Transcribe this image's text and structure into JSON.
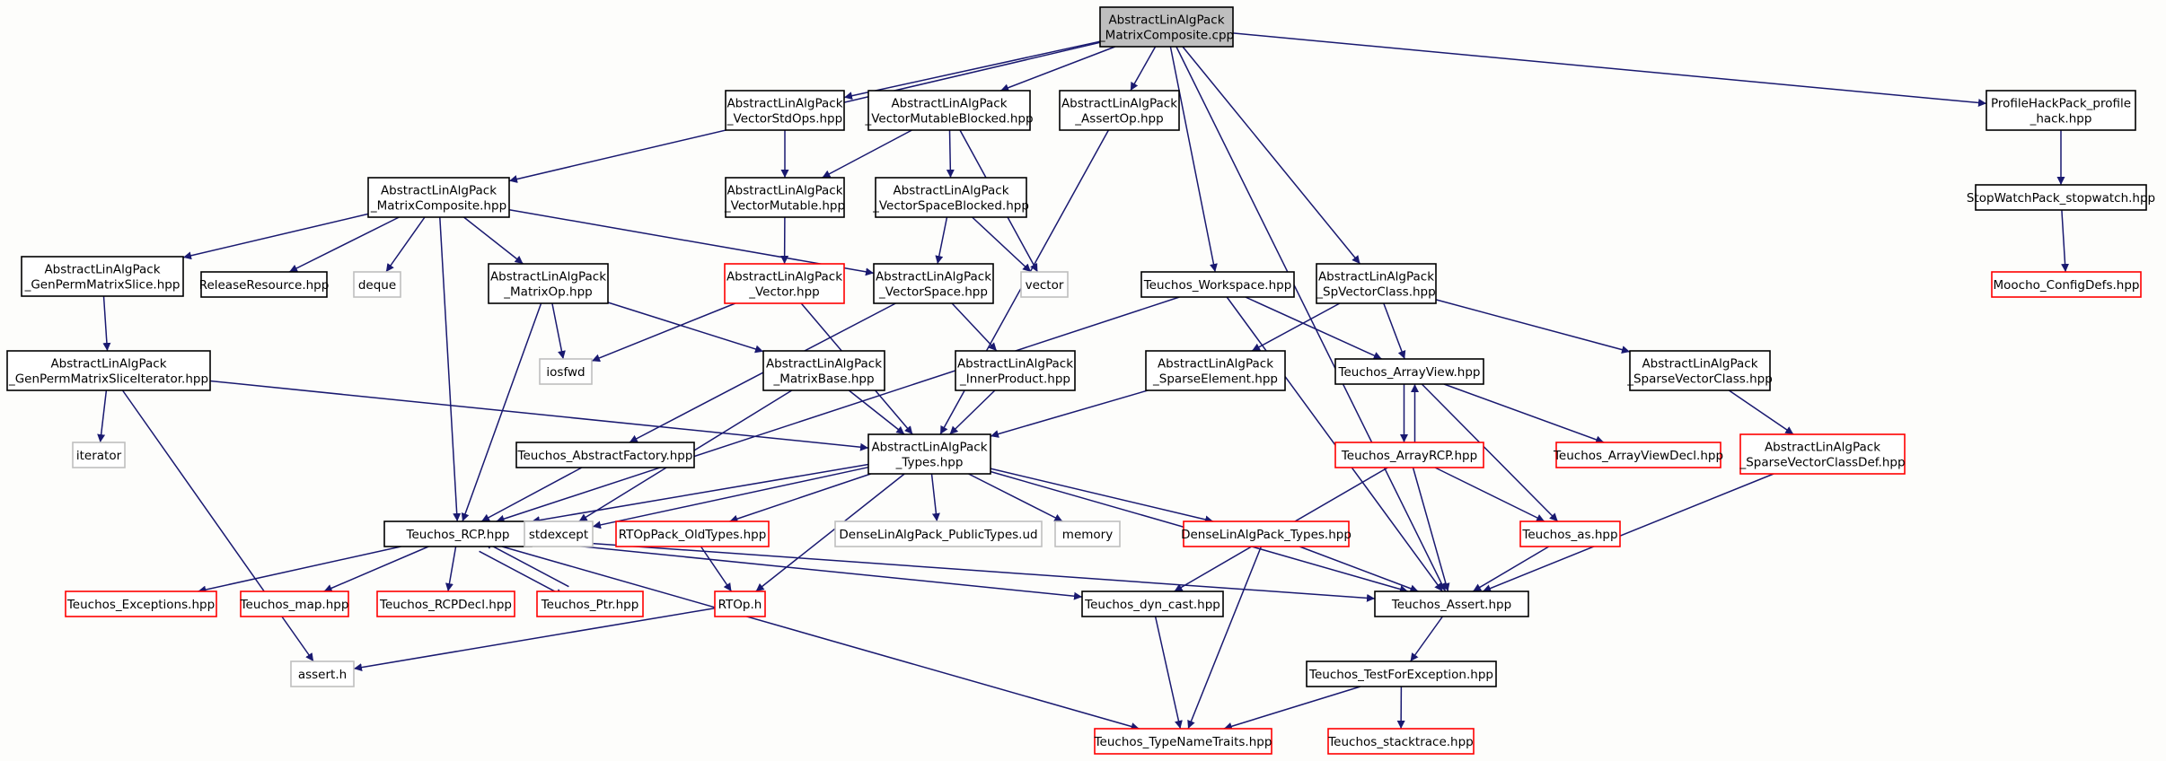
{
  "title": "AbstractLinAlgPack_MatrixComposite.cpp",
  "colors": {
    "edge": "#191970",
    "black_border": "#000000",
    "red_border": "#ff0000",
    "gray_border": "#bfbfbf",
    "root_fill": "#bfbfbf",
    "background": "#fdfdfb"
  },
  "nodes": [
    {
      "id": "root",
      "lines": [
        "AbstractLinAlgPack",
        "_MatrixComposite.cpp"
      ],
      "style": "root"
    },
    {
      "id": "vstdops",
      "lines": [
        "AbstractLinAlgPack",
        "_VectorStdOps.hpp"
      ],
      "style": "black"
    },
    {
      "id": "vmutblk",
      "lines": [
        "AbstractLinAlgPack",
        "_VectorMutableBlocked.hpp"
      ],
      "style": "black"
    },
    {
      "id": "assertop",
      "lines": [
        "AbstractLinAlgPack",
        "_AssertOp.hpp"
      ],
      "style": "black"
    },
    {
      "id": "profile",
      "lines": [
        "ProfileHackPack_profile",
        "_hack.hpp"
      ],
      "style": "black"
    },
    {
      "id": "mcomphpp",
      "lines": [
        "AbstractLinAlgPack",
        "_MatrixComposite.hpp"
      ],
      "style": "black"
    },
    {
      "id": "vmut",
      "lines": [
        "AbstractLinAlgPack",
        "_VectorMutable.hpp"
      ],
      "style": "black"
    },
    {
      "id": "vspblk",
      "lines": [
        "AbstractLinAlgPack",
        "_VectorSpaceBlocked.hpp"
      ],
      "style": "black"
    },
    {
      "id": "stopwatch",
      "lines": [
        "StopWatchPack_stopwatch.hpp"
      ],
      "style": "black"
    },
    {
      "id": "genperm",
      "lines": [
        "AbstractLinAlgPack",
        "_GenPermMatrixSlice.hpp"
      ],
      "style": "black"
    },
    {
      "id": "release",
      "lines": [
        "ReleaseResource.hpp"
      ],
      "style": "black"
    },
    {
      "id": "deque",
      "lines": [
        "deque"
      ],
      "style": "gray"
    },
    {
      "id": "matrixop",
      "lines": [
        "AbstractLinAlgPack",
        "_MatrixOp.hpp"
      ],
      "style": "black"
    },
    {
      "id": "vector",
      "lines": [
        "AbstractLinAlgPack",
        "_Vector.hpp"
      ],
      "style": "red"
    },
    {
      "id": "vspace",
      "lines": [
        "AbstractLinAlgPack",
        "_VectorSpace.hpp"
      ],
      "style": "black"
    },
    {
      "id": "vectorstd",
      "lines": [
        "vector"
      ],
      "style": "gray"
    },
    {
      "id": "workspace",
      "lines": [
        "Teuchos_Workspace.hpp"
      ],
      "style": "black"
    },
    {
      "id": "spvec",
      "lines": [
        "AbstractLinAlgPack",
        "_SpVectorClass.hpp"
      ],
      "style": "black"
    },
    {
      "id": "moocho",
      "lines": [
        "Moocho_ConfigDefs.hpp"
      ],
      "style": "red"
    },
    {
      "id": "genpermit",
      "lines": [
        "AbstractLinAlgPack",
        "_GenPermMatrixSliceIterator.hpp"
      ],
      "style": "black"
    },
    {
      "id": "iosfwd",
      "lines": [
        "iosfwd"
      ],
      "style": "gray"
    },
    {
      "id": "matbase",
      "lines": [
        "AbstractLinAlgPack",
        "_MatrixBase.hpp"
      ],
      "style": "black"
    },
    {
      "id": "innerprod",
      "lines": [
        "AbstractLinAlgPack",
        "_InnerProduct.hpp"
      ],
      "style": "black"
    },
    {
      "id": "sparseel",
      "lines": [
        "AbstractLinAlgPack",
        "_SparseElement.hpp"
      ],
      "style": "black"
    },
    {
      "id": "arrayview",
      "lines": [
        "Teuchos_ArrayView.hpp"
      ],
      "style": "black"
    },
    {
      "id": "sparsevec",
      "lines": [
        "AbstractLinAlgPack",
        "_SparseVectorClass.hpp"
      ],
      "style": "black"
    },
    {
      "id": "iterator",
      "lines": [
        "iterator"
      ],
      "style": "gray"
    },
    {
      "id": "absfactory",
      "lines": [
        "Teuchos_AbstractFactory.hpp"
      ],
      "style": "black"
    },
    {
      "id": "types",
      "lines": [
        "AbstractLinAlgPack",
        "_Types.hpp"
      ],
      "style": "black"
    },
    {
      "id": "arrayrcp",
      "lines": [
        "Teuchos_ArrayRCP.hpp"
      ],
      "style": "red"
    },
    {
      "id": "arrayviewdecl",
      "lines": [
        "Teuchos_ArrayViewDecl.hpp"
      ],
      "style": "red"
    },
    {
      "id": "sparsevecdef",
      "lines": [
        "AbstractLinAlgPack",
        "_SparseVectorClassDef.hpp"
      ],
      "style": "red"
    },
    {
      "id": "rcp",
      "lines": [
        "Teuchos_RCP.hpp"
      ],
      "style": "black"
    },
    {
      "id": "stdexcept",
      "lines": [
        "stdexcept"
      ],
      "style": "gray"
    },
    {
      "id": "rtopold",
      "lines": [
        "RTOpPack_OldTypes.hpp"
      ],
      "style": "red"
    },
    {
      "id": "densepub",
      "lines": [
        "DenseLinAlgPack_PublicTypes.ud"
      ],
      "style": "gray"
    },
    {
      "id": "memory",
      "lines": [
        "memory"
      ],
      "style": "gray"
    },
    {
      "id": "densetypes",
      "lines": [
        "DenseLinAlgPack_Types.hpp"
      ],
      "style": "red"
    },
    {
      "id": "teuchosas",
      "lines": [
        "Teuchos_as.hpp"
      ],
      "style": "red"
    },
    {
      "id": "exceptions",
      "lines": [
        "Teuchos_Exceptions.hpp"
      ],
      "style": "red"
    },
    {
      "id": "map",
      "lines": [
        "Teuchos_map.hpp"
      ],
      "style": "red"
    },
    {
      "id": "rcpdecl",
      "lines": [
        "Teuchos_RCPDecl.hpp"
      ],
      "style": "red"
    },
    {
      "id": "ptr",
      "lines": [
        "Teuchos_Ptr.hpp"
      ],
      "style": "red"
    },
    {
      "id": "rtoph",
      "lines": [
        "RTOp.h"
      ],
      "style": "red"
    },
    {
      "id": "dyncast",
      "lines": [
        "Teuchos_dyn_cast.hpp"
      ],
      "style": "black"
    },
    {
      "id": "tassert",
      "lines": [
        "Teuchos_Assert.hpp"
      ],
      "style": "black"
    },
    {
      "id": "asserth",
      "lines": [
        "assert.h"
      ],
      "style": "gray"
    },
    {
      "id": "testfor",
      "lines": [
        "Teuchos_TestForException.hpp"
      ],
      "style": "black"
    },
    {
      "id": "typename",
      "lines": [
        "Teuchos_TypeNameTraits.hpp"
      ],
      "style": "red"
    },
    {
      "id": "stacktrace",
      "lines": [
        "Teuchos_stacktrace.hpp"
      ],
      "style": "red"
    }
  ],
  "edges": [
    [
      "root",
      "vstdops"
    ],
    [
      "root",
      "vmutblk"
    ],
    [
      "root",
      "assertop"
    ],
    [
      "root",
      "profile"
    ],
    [
      "root",
      "mcomphpp"
    ],
    [
      "root",
      "workspace"
    ],
    [
      "root",
      "spvec"
    ],
    [
      "root",
      "tassert"
    ],
    [
      "vstdops",
      "vmut"
    ],
    [
      "vmutblk",
      "vmut"
    ],
    [
      "vmutblk",
      "vspblk"
    ],
    [
      "vmutblk",
      "vectorstd"
    ],
    [
      "assertop",
      "types"
    ],
    [
      "profile",
      "stopwatch"
    ],
    [
      "stopwatch",
      "moocho"
    ],
    [
      "mcomphpp",
      "genperm"
    ],
    [
      "mcomphpp",
      "release"
    ],
    [
      "mcomphpp",
      "deque"
    ],
    [
      "mcomphpp",
      "matrixop"
    ],
    [
      "mcomphpp",
      "vspace"
    ],
    [
      "mcomphpp",
      "rcp"
    ],
    [
      "vmut",
      "vector"
    ],
    [
      "vspblk",
      "vspace"
    ],
    [
      "vspblk",
      "vectorstd"
    ],
    [
      "genperm",
      "genpermit"
    ],
    [
      "genpermit",
      "iterator"
    ],
    [
      "genpermit",
      "types"
    ],
    [
      "genpermit",
      "asserth"
    ],
    [
      "matrixop",
      "iosfwd"
    ],
    [
      "matrixop",
      "matbase"
    ],
    [
      "matrixop",
      "rcp"
    ],
    [
      "vector",
      "iosfwd"
    ],
    [
      "vector",
      "types"
    ],
    [
      "vspace",
      "innerprod"
    ],
    [
      "vspace",
      "absfactory"
    ],
    [
      "innerprod",
      "types"
    ],
    [
      "matbase",
      "types"
    ],
    [
      "matbase",
      "stdexcept"
    ],
    [
      "workspace",
      "rcp"
    ],
    [
      "workspace",
      "arrayview"
    ],
    [
      "workspace",
      "tassert"
    ],
    [
      "spvec",
      "sparseel"
    ],
    [
      "spvec",
      "sparsevec"
    ],
    [
      "spvec",
      "arrayview"
    ],
    [
      "sparseel",
      "types"
    ],
    [
      "sparsevec",
      "sparsevecdef"
    ],
    [
      "sparsevecdef",
      "tassert"
    ],
    [
      "arrayview",
      "arrayrcp"
    ],
    [
      "arrayrcp",
      "arrayview"
    ],
    [
      "arrayview",
      "arrayviewdecl"
    ],
    [
      "arrayview",
      "teuchosas"
    ],
    [
      "arrayrcp",
      "teuchosas"
    ],
    [
      "arrayrcp",
      "tassert"
    ],
    [
      "arrayrcp",
      "dyncast"
    ],
    [
      "absfactory",
      "rcp"
    ],
    [
      "types",
      "rcp"
    ],
    [
      "types",
      "stdexcept"
    ],
    [
      "types",
      "rtopold"
    ],
    [
      "types",
      "densepub"
    ],
    [
      "types",
      "memory"
    ],
    [
      "types",
      "densetypes"
    ],
    [
      "types",
      "rtoph"
    ],
    [
      "types",
      "tassert"
    ],
    [
      "rtopold",
      "rtoph"
    ],
    [
      "rtoph",
      "asserth"
    ],
    [
      "densetypes",
      "tassert"
    ],
    [
      "densetypes",
      "typename"
    ],
    [
      "teuchosas",
      "tassert"
    ],
    [
      "rcp",
      "exceptions"
    ],
    [
      "rcp",
      "map"
    ],
    [
      "rcp",
      "rcpdecl"
    ],
    [
      "rcp",
      "ptr"
    ],
    [
      "ptr",
      "rcp"
    ],
    [
      "rcp",
      "dyncast"
    ],
    [
      "rcp",
      "tassert"
    ],
    [
      "rcp",
      "typename"
    ],
    [
      "dyncast",
      "typename"
    ],
    [
      "tassert",
      "testfor"
    ],
    [
      "testfor",
      "typename"
    ],
    [
      "testfor",
      "stacktrace"
    ]
  ]
}
